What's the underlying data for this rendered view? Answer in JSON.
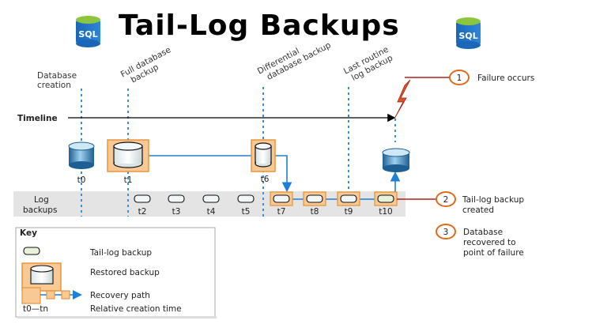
{
  "title": "Tail-Log Backups",
  "logo_text": "SQL",
  "events": {
    "db_creation": [
      "Database",
      "creation"
    ],
    "full_backup": [
      "Full database",
      "backup"
    ],
    "differential": [
      "Differential",
      "database backup"
    ],
    "last_log": [
      "Last routine",
      "log backup"
    ]
  },
  "timeline_label": "Timeline",
  "log_row_label": [
    "Log",
    "backups"
  ],
  "times": [
    "t0",
    "t1",
    "t2",
    "t3",
    "t4",
    "t5",
    "t6",
    "t7",
    "t8",
    "t9",
    "t10"
  ],
  "callouts": [
    {
      "num": "1",
      "text": [
        "Failure occurs"
      ]
    },
    {
      "num": "2",
      "text": [
        "Tail-log backup",
        "created"
      ]
    },
    {
      "num": "3",
      "text": [
        "Database",
        "recovered to",
        "point of failure"
      ]
    }
  ],
  "key": {
    "title": "Key",
    "items": [
      "Tail-log backup",
      "Restored backup",
      "Recovery path",
      "Relative creation time"
    ],
    "range_label": "t0—tn"
  },
  "colors": {
    "orange_box": "#f9c995",
    "orange_border": "#e8963c",
    "blue_dotted": "#3a8fd8",
    "recovery_blue": "#1e7fd6",
    "callout_red": "#b02020",
    "callout_circle": "#e06a1c",
    "log_band": "#e4e4e4"
  }
}
